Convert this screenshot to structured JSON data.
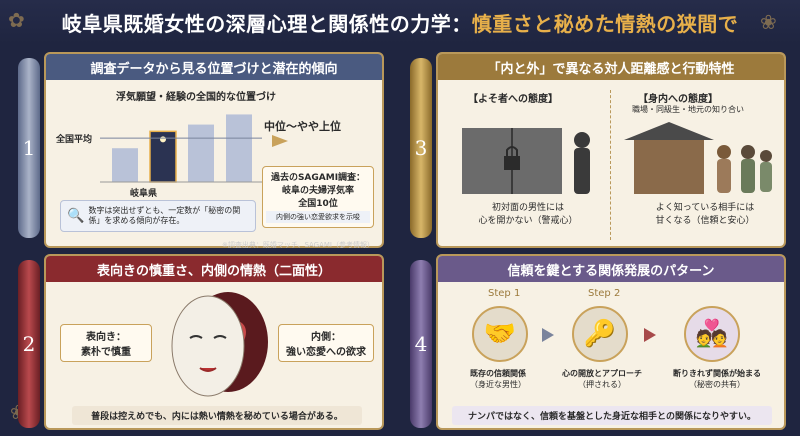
{
  "title": {
    "main": "岐阜県既婚女性の深層心理と関係性の力学：",
    "accent": "慎重さと秘めた情熱の狭間で"
  },
  "panel1": {
    "number": "1",
    "header": "調査データから見る位置づけと潜在的傾向",
    "chart_title": "浮気願望・経験の全国的な位置づけ",
    "national_avg_label": "全国平均",
    "gifu_label": "岐阜県",
    "position_label": "中位〜やや上位",
    "note": "数字は突出せずとも、一定数が「秘密の関係」を求める傾向が存在。",
    "sagami_title": "過去のSAGAMI調査：",
    "sagami_line1": "岐阜の夫婦浮気率",
    "sagami_line2": "全国10位",
    "sagami_sub": "内側の強い恋愛欲求を示唆",
    "source": "※調査出典：既婚マッチ、SAGAMI（参考情報）"
  },
  "chart_data": {
    "type": "bar",
    "title": "浮気願望・経験の全国的な位置づけ",
    "categories": [
      "",
      "岐阜県",
      "",
      ""
    ],
    "values": [
      2,
      3,
      3.4,
      4
    ],
    "reference_line": {
      "label": "全国平均",
      "value": 2.6
    },
    "highlight_index": 1,
    "ylim": [
      0,
      4.5
    ],
    "grid": false
  },
  "panel2": {
    "number": "2",
    "header": "表向きの慎重さ、内側の情熱（二面性）",
    "outer_title": "表向き：",
    "outer_text": "素朴で慎重",
    "inner_title": "内側：",
    "inner_text": "強い恋愛への欲求",
    "bottom": "普段は控えめでも、内には熱い情熱を秘めている場合がある。"
  },
  "panel3": {
    "number": "3",
    "header": "「内と外」で異なる対人距離感と行動特性",
    "left_title": "【よそ者への態度】",
    "left_caption1": "初対面の男性には",
    "left_caption2": "心を開かない（警戒心）",
    "right_title": "【身内への態度】",
    "right_subtitle": "職場・同級生・地元の知り合い",
    "right_caption1": "よく知っている相手には",
    "right_caption2": "甘くなる（信頼と安心）"
  },
  "panel4": {
    "number": "4",
    "header": "信頼を鍵とする関係発展のパターン",
    "step1_label": "Step 1",
    "step2_label": "Step 2",
    "stage1_line1": "既存の信頼関係",
    "stage1_line2": "（身近な男性）",
    "stage2_line1": "心の開放とアプローチ",
    "stage2_line2": "（押される）",
    "stage3_line1": "断りきれず関係が始まる",
    "stage3_line2": "（秘密の共有）",
    "bottom": "ナンパではなく、信頼を基盤とした身近な相手との関係になりやすい。"
  },
  "colors": {
    "navy": "#1f2540",
    "gold": "#c9a25b",
    "accent": "#e8b04a",
    "panel1_header": "#4a5a80",
    "panel2_header": "#8a2a2e",
    "panel3_header": "#9c7a3c",
    "panel4_header": "#6a5a8a"
  }
}
